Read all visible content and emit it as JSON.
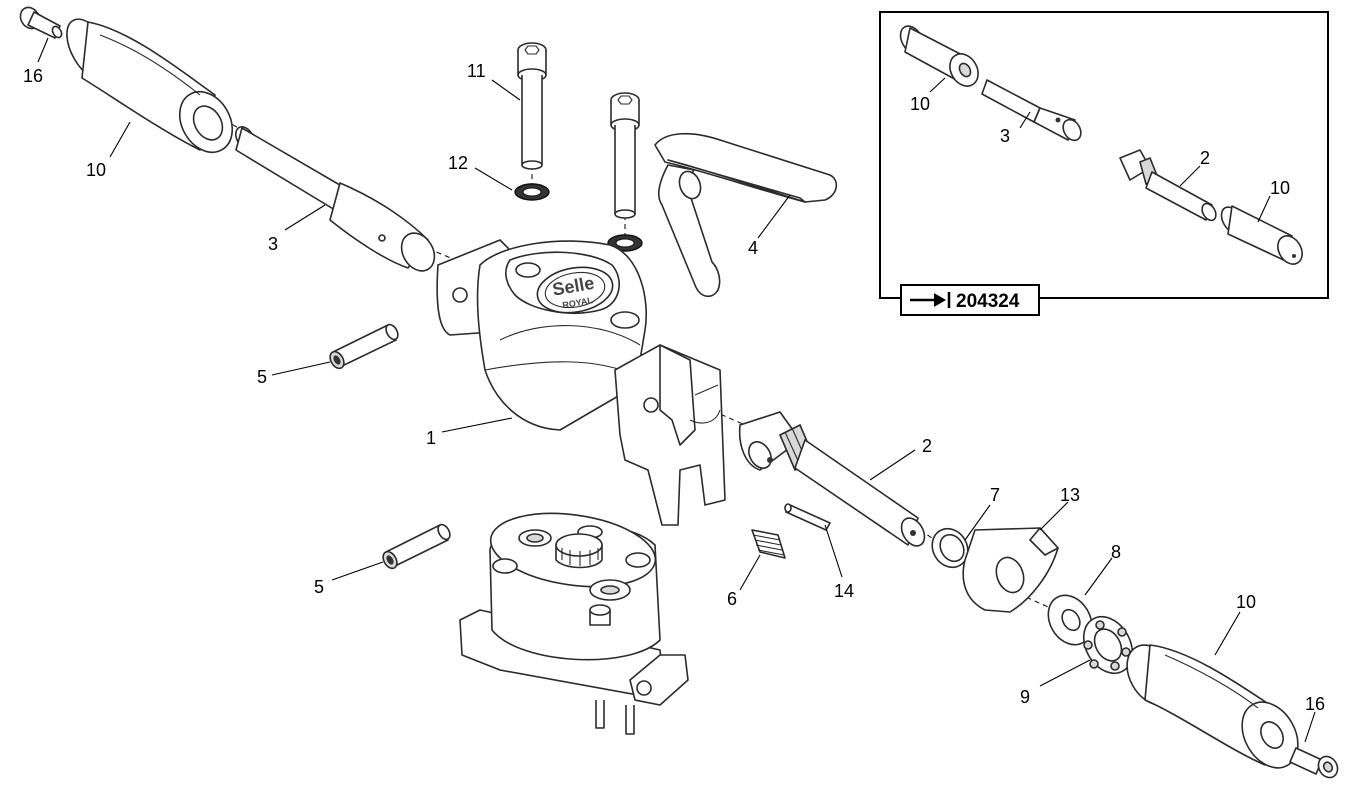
{
  "labels": {
    "p16_top": "16",
    "p10_top": "10",
    "p3_main": "3",
    "p11": "11",
    "p12": "12",
    "p4": "4",
    "p5_upper": "5",
    "p1": "1",
    "p2_main": "2",
    "p5_lower": "5",
    "p6": "6",
    "p14": "14",
    "p7": "7",
    "p13": "13",
    "p8": "8",
    "p9": "9",
    "p10_bottom": "10",
    "p16_bottom": "16",
    "inset_p10_a": "10",
    "inset_p3": "3",
    "inset_p2": "2",
    "inset_p10_b": "10"
  },
  "inset": {
    "reference_number": "204324",
    "reference_icon": "arrow-to-bar-icon"
  },
  "logo": {
    "line1": "Selle",
    "line2": "ROYAL"
  }
}
